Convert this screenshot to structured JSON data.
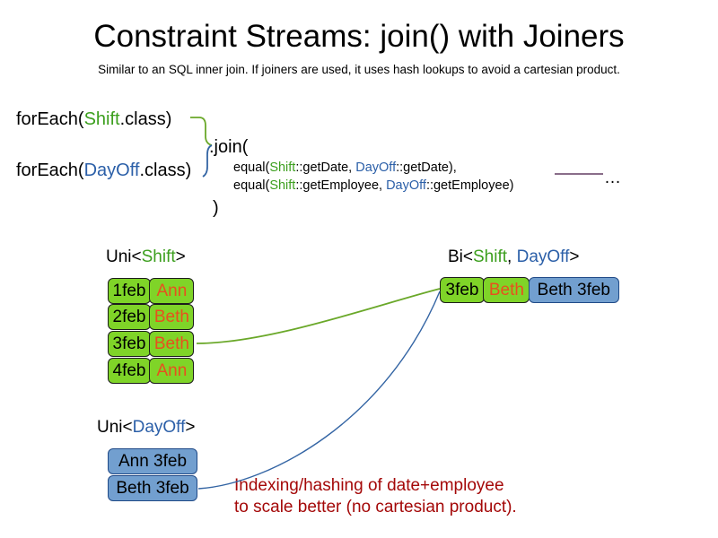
{
  "header": {
    "title": "Constraint Streams: join() with Joiners",
    "subtitle": "Similar to an SQL inner join. If joiners are used, it uses hash lookups to avoid a cartesian product."
  },
  "code": {
    "foreach_shift_prefix": "forEach(",
    "foreach_shift_type": "Shift",
    "foreach_shift_suffix": ".class)",
    "foreach_dayoff_prefix": "forEach(",
    "foreach_dayoff_type": "DayOff",
    "foreach_dayoff_suffix": ".class)",
    "join_open": ".join(",
    "join_close": ")",
    "equal_lines": [
      {
        "prefix": "equal(",
        "left_type": "Shift",
        "left_method": "::getDate, ",
        "right_type": "DayOff",
        "right_method": "::getDate),"
      },
      {
        "prefix": "equal(",
        "left_type": "Shift",
        "left_method": "::getEmployee, ",
        "right_type": "DayOff",
        "right_method": "::getEmployee)"
      }
    ],
    "ellipsis": "…"
  },
  "streams": {
    "uni_shift": {
      "label_prefix": "Uni<",
      "label_type": "Shift",
      "label_suffix": ">",
      "rows": [
        {
          "date": "1feb",
          "employee": "Ann"
        },
        {
          "date": "2feb",
          "employee": "Beth"
        },
        {
          "date": "3feb",
          "employee": "Beth"
        },
        {
          "date": "4feb",
          "employee": "Ann"
        }
      ]
    },
    "uni_dayoff": {
      "label_prefix": "Uni<",
      "label_type": "DayOff",
      "label_suffix": ">",
      "rows": [
        {
          "text": "Ann 3feb"
        },
        {
          "text": "Beth 3feb"
        }
      ]
    },
    "bi": {
      "label_prefix": "Bi<",
      "label_type_a": "Shift",
      "label_separator": ", ",
      "label_type_b": "DayOff",
      "label_suffix": ">",
      "row": {
        "shift_date": "3feb",
        "shift_employee": "Beth",
        "dayoff": "Beth 3feb"
      }
    }
  },
  "annotation": {
    "line1": "Indexing/hashing of date+employee",
    "line2": "to scale better (no cartesian product)."
  },
  "colors": {
    "shift_green": "#3c9f1e",
    "dayoff_blue": "#2b5fa8",
    "box_green": "#7fd428",
    "box_blue": "#729fcf",
    "employee_orange": "#e8501e",
    "annotation_red": "#a40808",
    "connector_green": "#6aa829",
    "connector_blue": "#3465a4",
    "rule_purple": "#7a5a7a"
  }
}
